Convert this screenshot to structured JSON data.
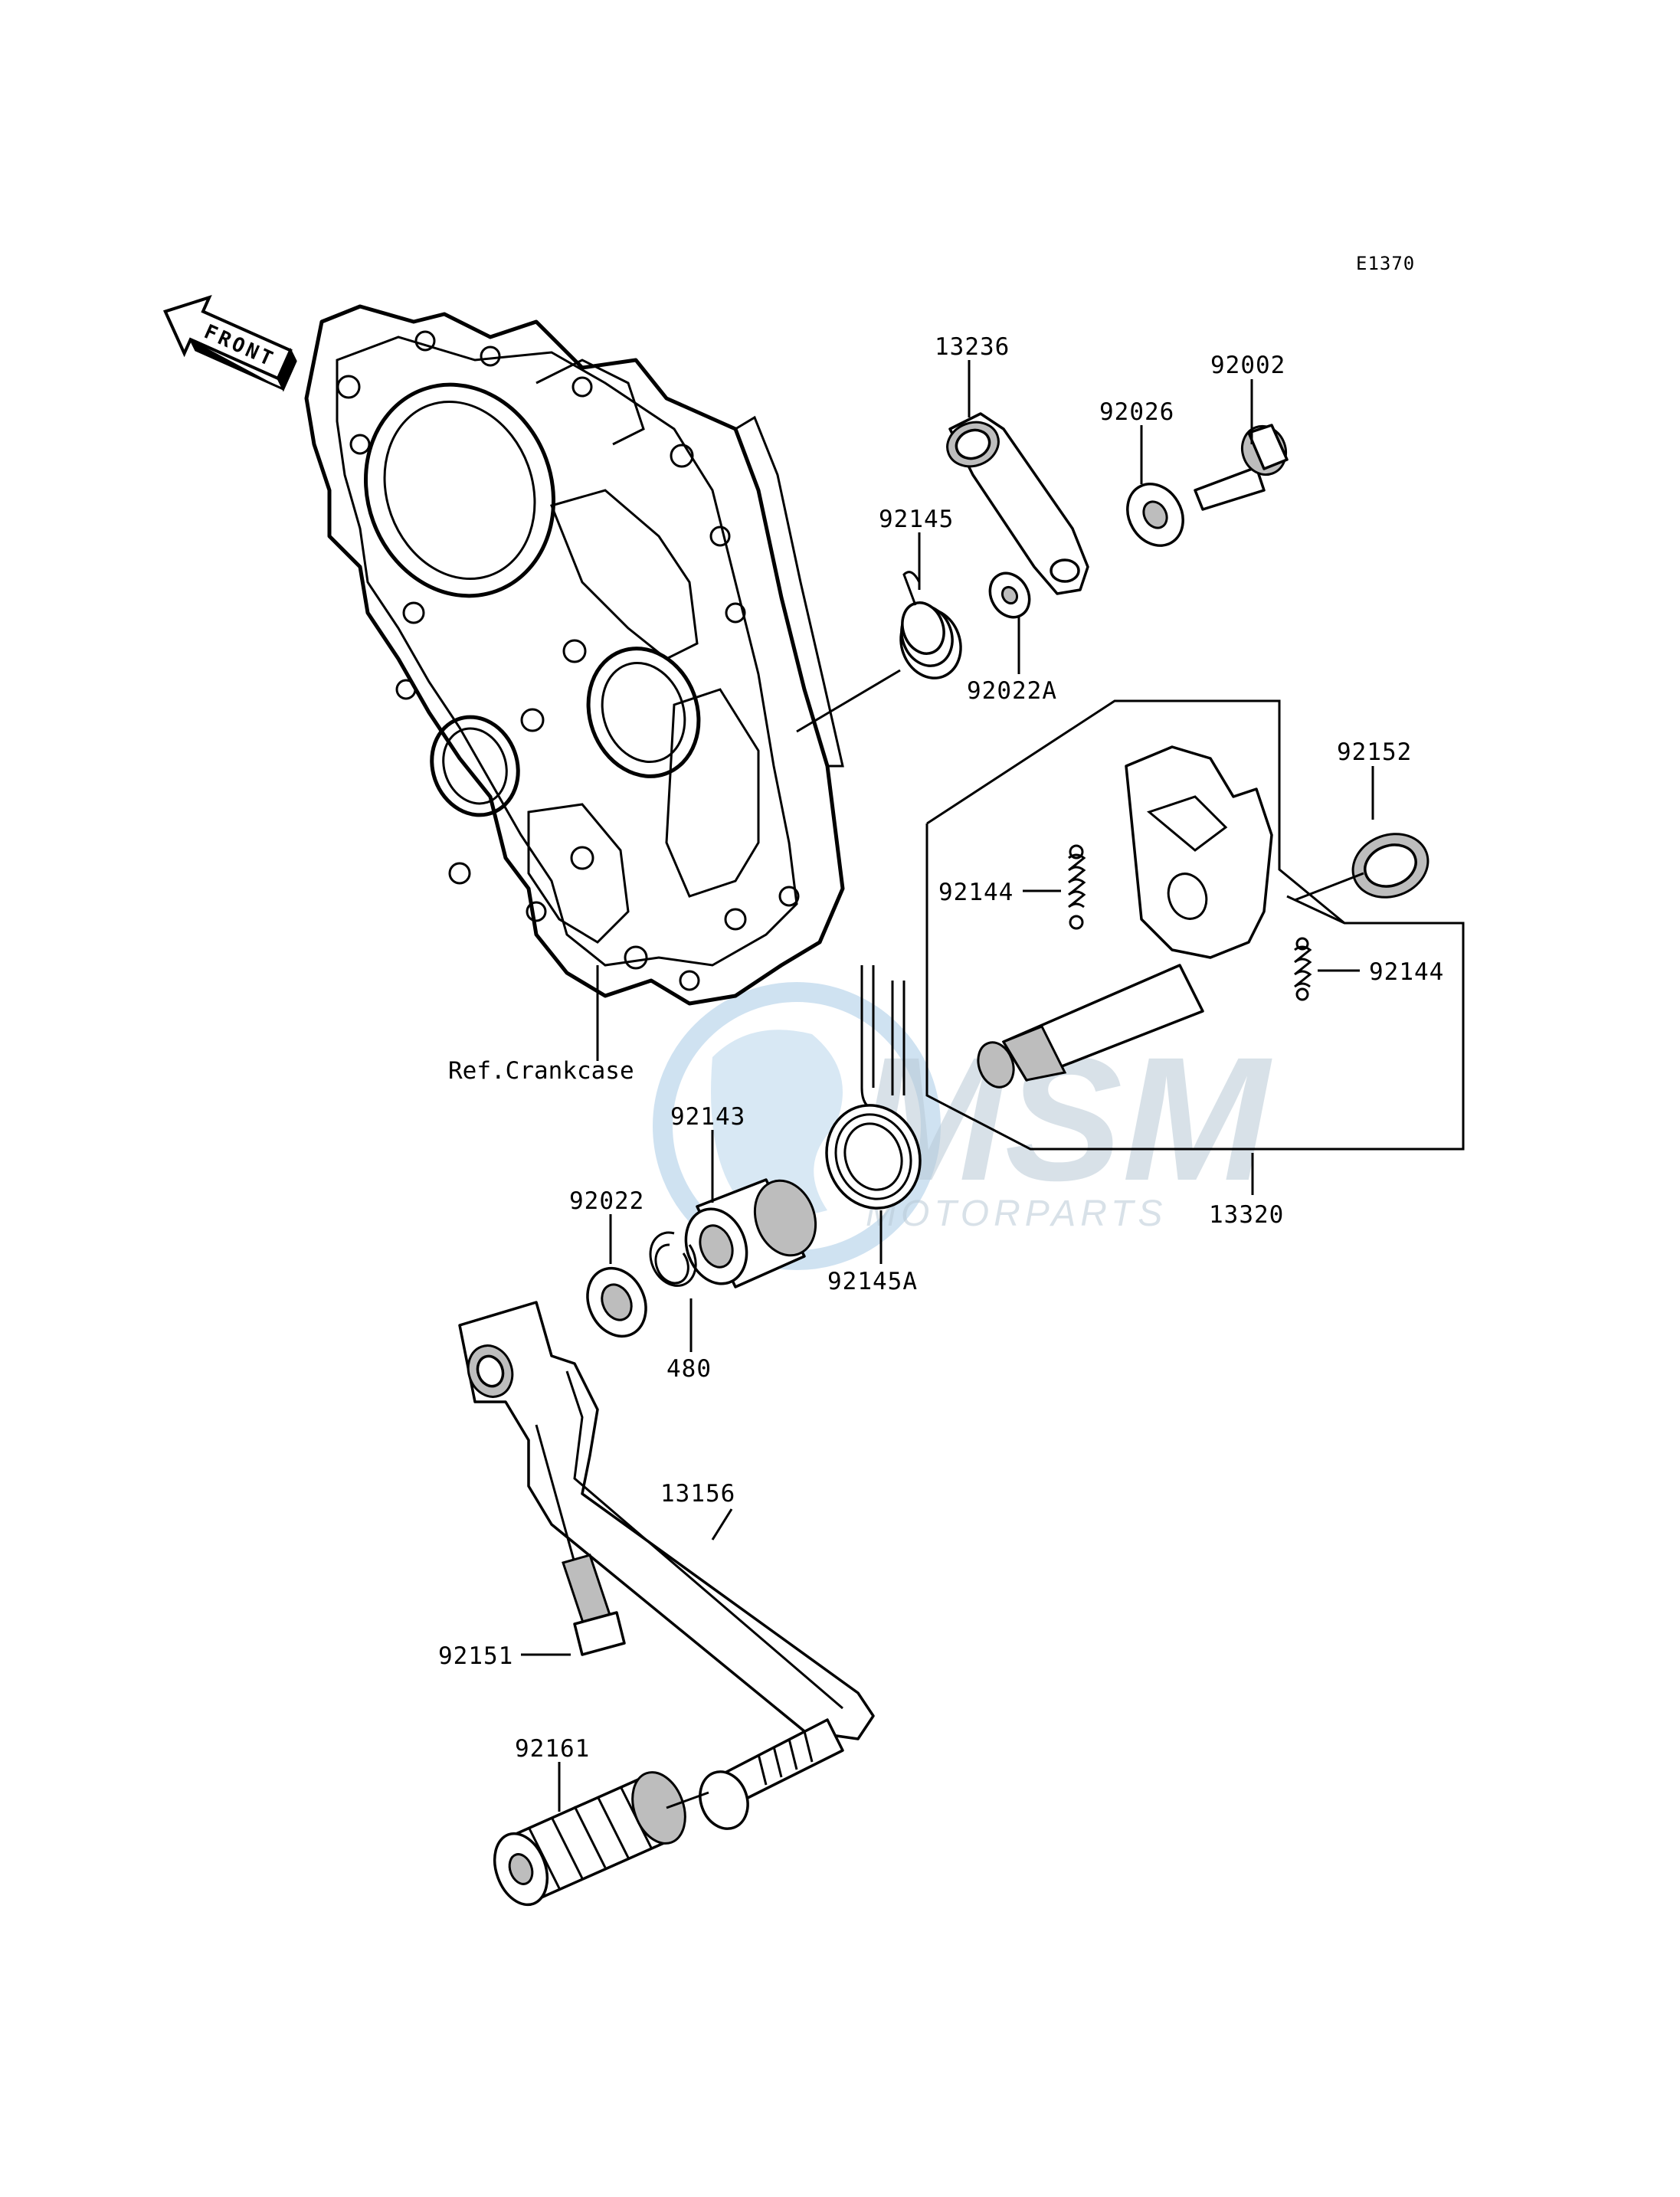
{
  "diagram_code": "E1370",
  "front_arrow_label": "FRONT",
  "reference_label": "Ref.Crankcase",
  "watermark": {
    "logo_text": "MSM",
    "sub_text": "MOTORPARTS",
    "colors": {
      "blue": "#8bb8dc",
      "gray": "#9aa6ae"
    }
  },
  "parts": {
    "p13236": "13236",
    "p92002": "92002",
    "p92026": "92026",
    "p92145": "92145",
    "p92022A": "92022A",
    "p92152": "92152",
    "p92144a": "92144",
    "p92144b": "92144",
    "p92143": "92143",
    "p92022": "92022",
    "p480": "480",
    "p92145A": "92145A",
    "p13320": "13320",
    "p13156": "13156",
    "p92151": "92151",
    "p92161": "92161"
  }
}
